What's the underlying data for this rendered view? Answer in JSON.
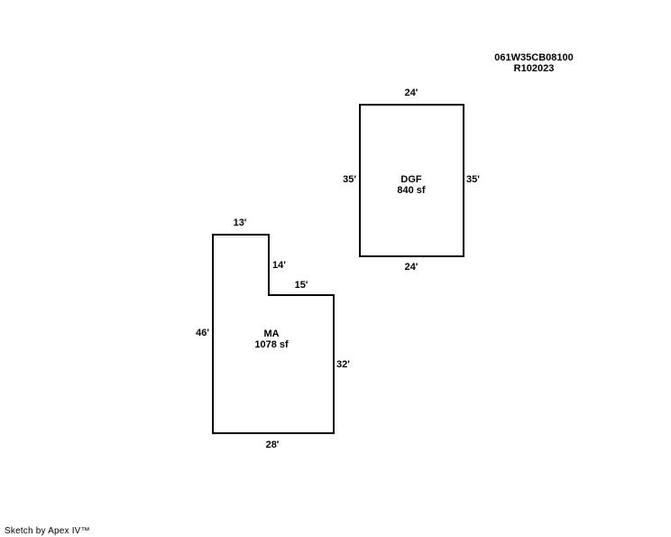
{
  "header": {
    "parcel_id": "061W35CB08100",
    "record_id": "R102023"
  },
  "dgf": {
    "code": "DGF",
    "area": "840 sf",
    "dims": {
      "top": "24'",
      "bottom": "24'",
      "left": "35'",
      "right": "35'"
    }
  },
  "ma": {
    "code": "MA",
    "area": "1078 sf",
    "dims": {
      "top": "13'",
      "notch_vertical": "14'",
      "notch_horizontal": "15'",
      "left": "46'",
      "right": "32'",
      "bottom": "28'"
    }
  },
  "footer": {
    "credit": "Sketch by Apex IV™"
  }
}
